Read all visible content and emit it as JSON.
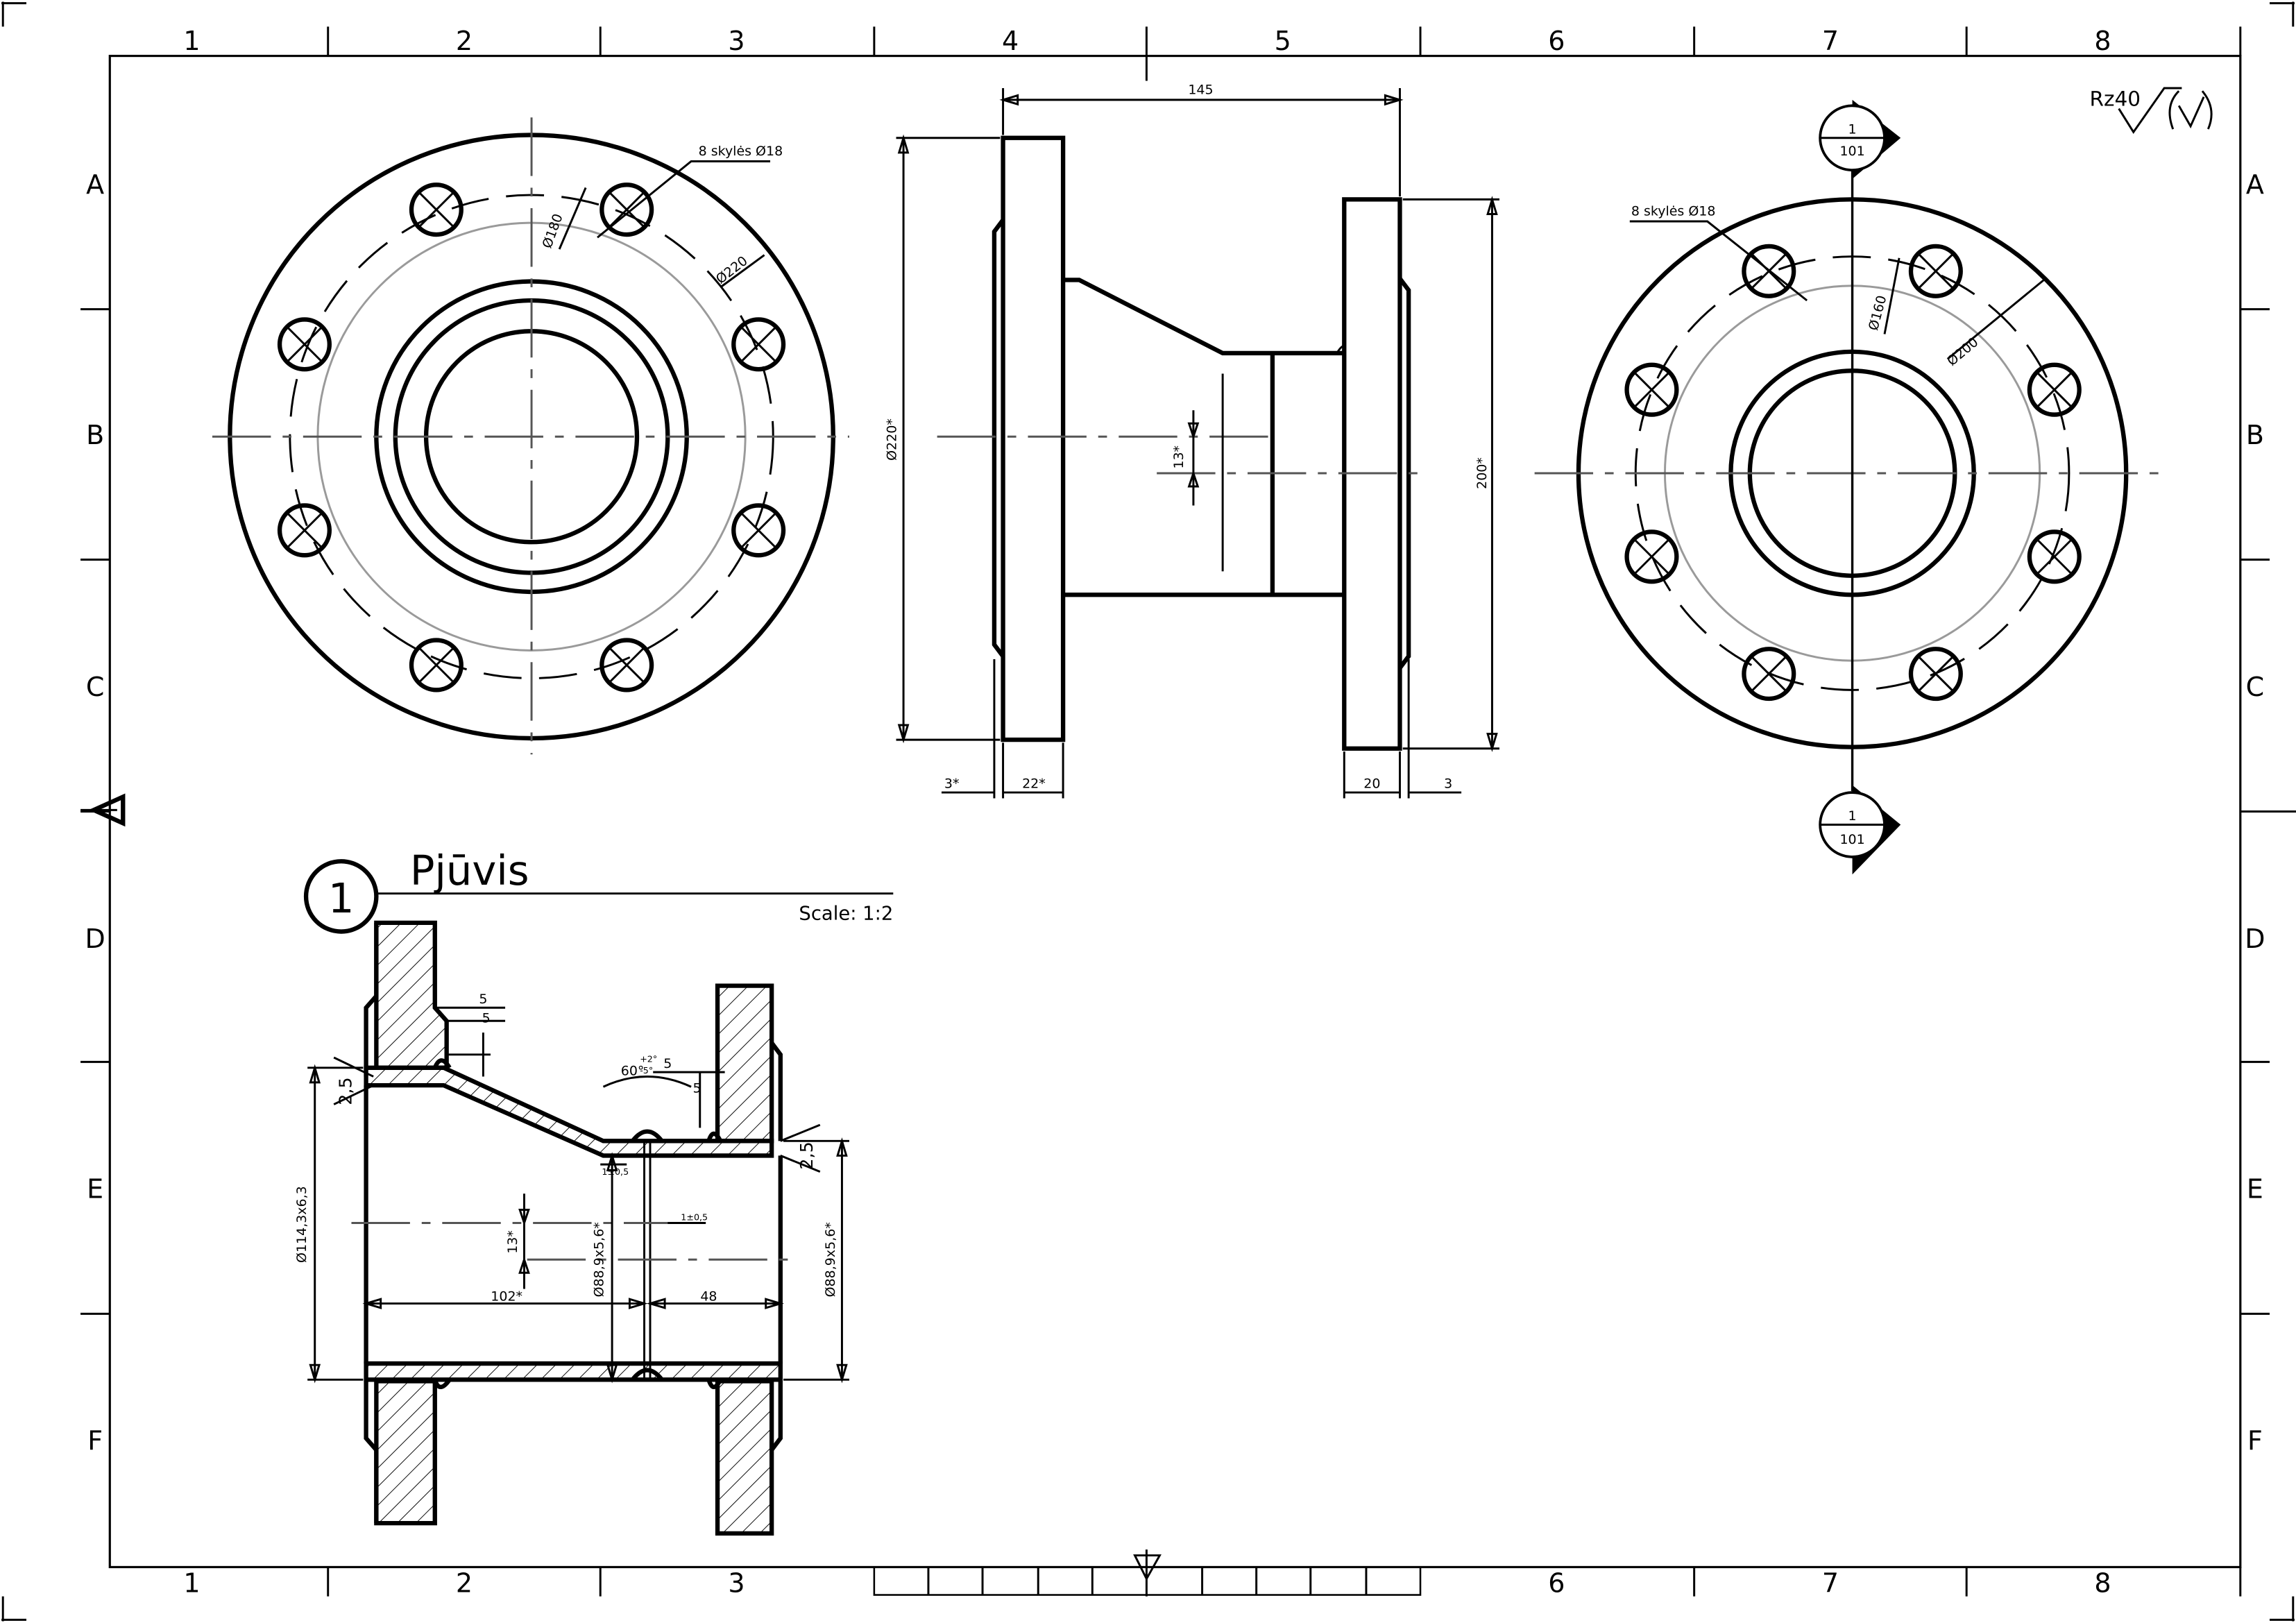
{
  "frame": {
    "columns": [
      "1",
      "2",
      "3",
      "4",
      "5",
      "6",
      "7",
      "8"
    ],
    "rows": [
      "A",
      "B",
      "C",
      "D",
      "E",
      "F"
    ]
  },
  "surface_finish": {
    "general": "Rz40"
  },
  "front_view": {
    "holes_note": "8 skylės Ø18",
    "pcd": "Ø180",
    "outer": "Ø220"
  },
  "side_view": {
    "length": "145",
    "left_flange_dia": "Ø220*",
    "right_flange_dia": "200*",
    "offset": "13*",
    "left_raised_face": "3*",
    "left_thickness": "22*",
    "right_thickness": "20",
    "right_raised_face": "3"
  },
  "right_view": {
    "holes_note": "8 skylės Ø18",
    "pcd": "Ø160",
    "outer": "Ø200",
    "section_marker_top": {
      "number": "1",
      "sheet": "101"
    },
    "section_marker_bottom": {
      "number": "1",
      "sheet": "101"
    }
  },
  "section": {
    "number": "1",
    "title": "Pjūvis",
    "scale": "Scale: 1:2",
    "dims": {
      "weld_gap_a": "5",
      "weld_gap_b": "5",
      "weld_gap_c": "5",
      "weld_gap_d": "5",
      "bevel": "60°",
      "bevel_tol_upper": "+2°",
      "bevel_tol_lower": "-5°",
      "root_left": "1±0,5",
      "root_right": "1±0,5",
      "chamfer_left": "2,5",
      "chamfer_right": "2,5",
      "pipe_big": "Ø114,3x6,3",
      "pipe_small_inner": "Ø88,9x5,6*",
      "pipe_small_outer": "Ø88,9x5,6*",
      "offset": "13*",
      "len_left": "102*",
      "len_right": "48"
    }
  }
}
